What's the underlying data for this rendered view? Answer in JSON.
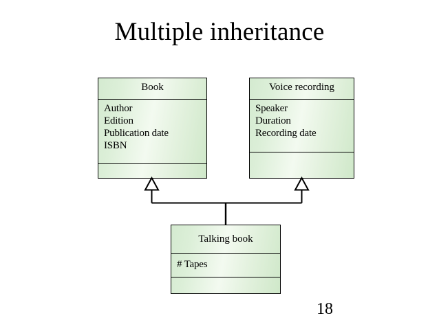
{
  "slide": {
    "title": "Multiple inheritance",
    "page_number": "18",
    "background_color": "#ffffff",
    "box_fill_light": "#f3faf0",
    "box_fill_green": "#cfe8c9",
    "line_color": "#000000"
  },
  "diagram": {
    "type": "uml-class-diagram",
    "relationship": "generalization",
    "classes": [
      {
        "id": "book",
        "name": "Book",
        "attributes": [
          "Author",
          "Edition",
          "Publication date",
          "ISBN"
        ],
        "operations": []
      },
      {
        "id": "voice-recording",
        "name": "Voice recording",
        "attributes": [
          "Speaker",
          "Duration",
          "Recording date"
        ],
        "operations": []
      },
      {
        "id": "talking-book",
        "name": "Talking book",
        "attributes": [
          "# Tapes"
        ],
        "operations": []
      }
    ],
    "generalizations": [
      {
        "child": "talking-book",
        "parent": "book"
      },
      {
        "child": "talking-book",
        "parent": "voice-recording"
      }
    ]
  }
}
